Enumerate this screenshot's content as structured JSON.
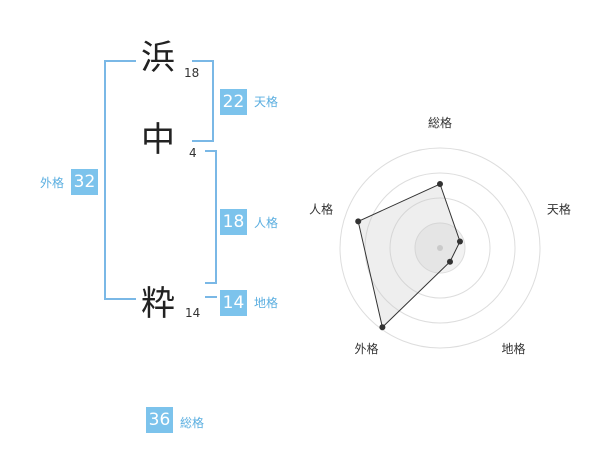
{
  "name": {
    "chars": [
      {
        "char": "浜",
        "strokes": "18"
      },
      {
        "char": "中",
        "strokes": "4"
      },
      {
        "char": "粋",
        "strokes": "14"
      }
    ]
  },
  "kakusu": {
    "tenkaku": {
      "value": "22",
      "label": "天格"
    },
    "jinkaku": {
      "value": "18",
      "label": "人格"
    },
    "chikaku": {
      "value": "14",
      "label": "地格"
    },
    "gaikaku": {
      "value": "32",
      "label": "外格"
    },
    "soukaku": {
      "value": "36",
      "label": "総格"
    }
  },
  "colors": {
    "accent": "#7cc3ec",
    "bracket": "#7ab8e6",
    "label": "#5aaee0"
  },
  "chart_data": {
    "type": "radar",
    "axes": [
      "総格",
      "天格",
      "地格",
      "外格",
      "人格"
    ],
    "values": [
      0.64,
      0.21,
      0.17,
      0.98,
      0.86
    ],
    "rings": 4
  }
}
